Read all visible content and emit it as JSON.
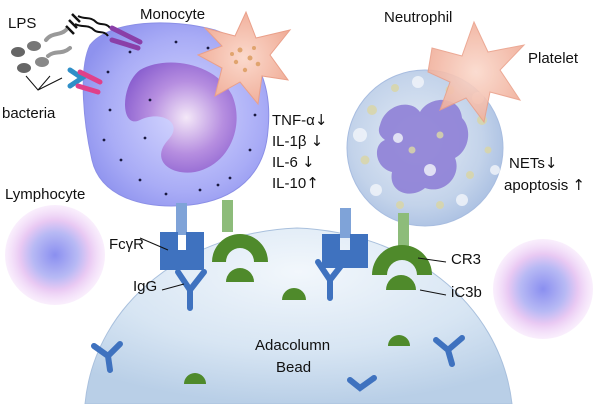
{
  "cells": {
    "monocyte": "Monocyte",
    "neutrophil": "Neutrophil",
    "platelet": "Platelet",
    "lymphocyte": "Lymphocyte"
  },
  "stimuli": {
    "lps": "LPS",
    "bacteria": "bacteria"
  },
  "receptors": {
    "fcgr": "FcγR",
    "igg": "IgG",
    "cr3": "CR3",
    "ic3b": "iC3b"
  },
  "bead": {
    "line1": "Adacolumn",
    "line2": "Bead"
  },
  "cytokines": [
    {
      "name": "TNF-α",
      "arrow": "↓"
    },
    {
      "name": "IL-1β ",
      "arrow": "↓"
    },
    {
      "name": "IL-6 ",
      "arrow": "↓"
    },
    {
      "name": "IL-10",
      "arrow": "↑"
    }
  ],
  "neutrophil_effects": [
    {
      "name": "NETs",
      "arrow": "↓"
    },
    {
      "name": "apoptosis ",
      "arrow": "↑"
    }
  ],
  "colors": {
    "monocyte": "#8f93f0",
    "neutrophil": "#b6c9e8",
    "platelet": "#f4b9a6",
    "bead": "#cfe0f2",
    "fcgr": "#3f72bf",
    "complement": "#4f8a2b",
    "lps_receptor": "#8a3fa8",
    "tlr_pink": "#e0408a"
  }
}
